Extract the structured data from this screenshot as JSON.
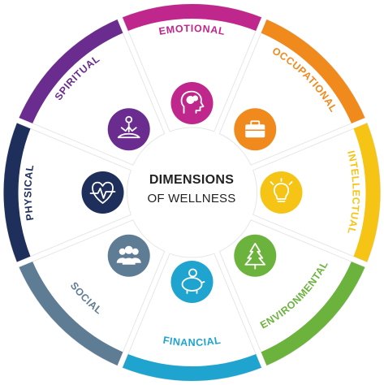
{
  "center": {
    "title": "DIMENSIONS",
    "subtitle": "OF WELLNESS"
  },
  "dimensions": [
    {
      "label": "EMOTIONAL",
      "color": "#c0278c",
      "icon": "brain-head-icon"
    },
    {
      "label": "OCCUPATIONAL",
      "color": "#f08a1d",
      "icon": "briefcase-icon"
    },
    {
      "label": "INTELLECTUAL",
      "color": "#f5c415",
      "icon": "lightbulb-icon"
    },
    {
      "label": "ENVIRONMENTAL",
      "color": "#6cb33e",
      "icon": "pine-tree-icon"
    },
    {
      "label": "FINANCIAL",
      "color": "#1ea4cf",
      "icon": "piggy-bank-icon"
    },
    {
      "label": "SOCIAL",
      "color": "#5f7c95",
      "icon": "group-people-icon"
    },
    {
      "label": "PHYSICAL",
      "color": "#1f2f5b",
      "icon": "heartbeat-icon"
    },
    {
      "label": "SPIRITUAL",
      "color": "#6a2c8e",
      "icon": "meditation-icon"
    }
  ]
}
